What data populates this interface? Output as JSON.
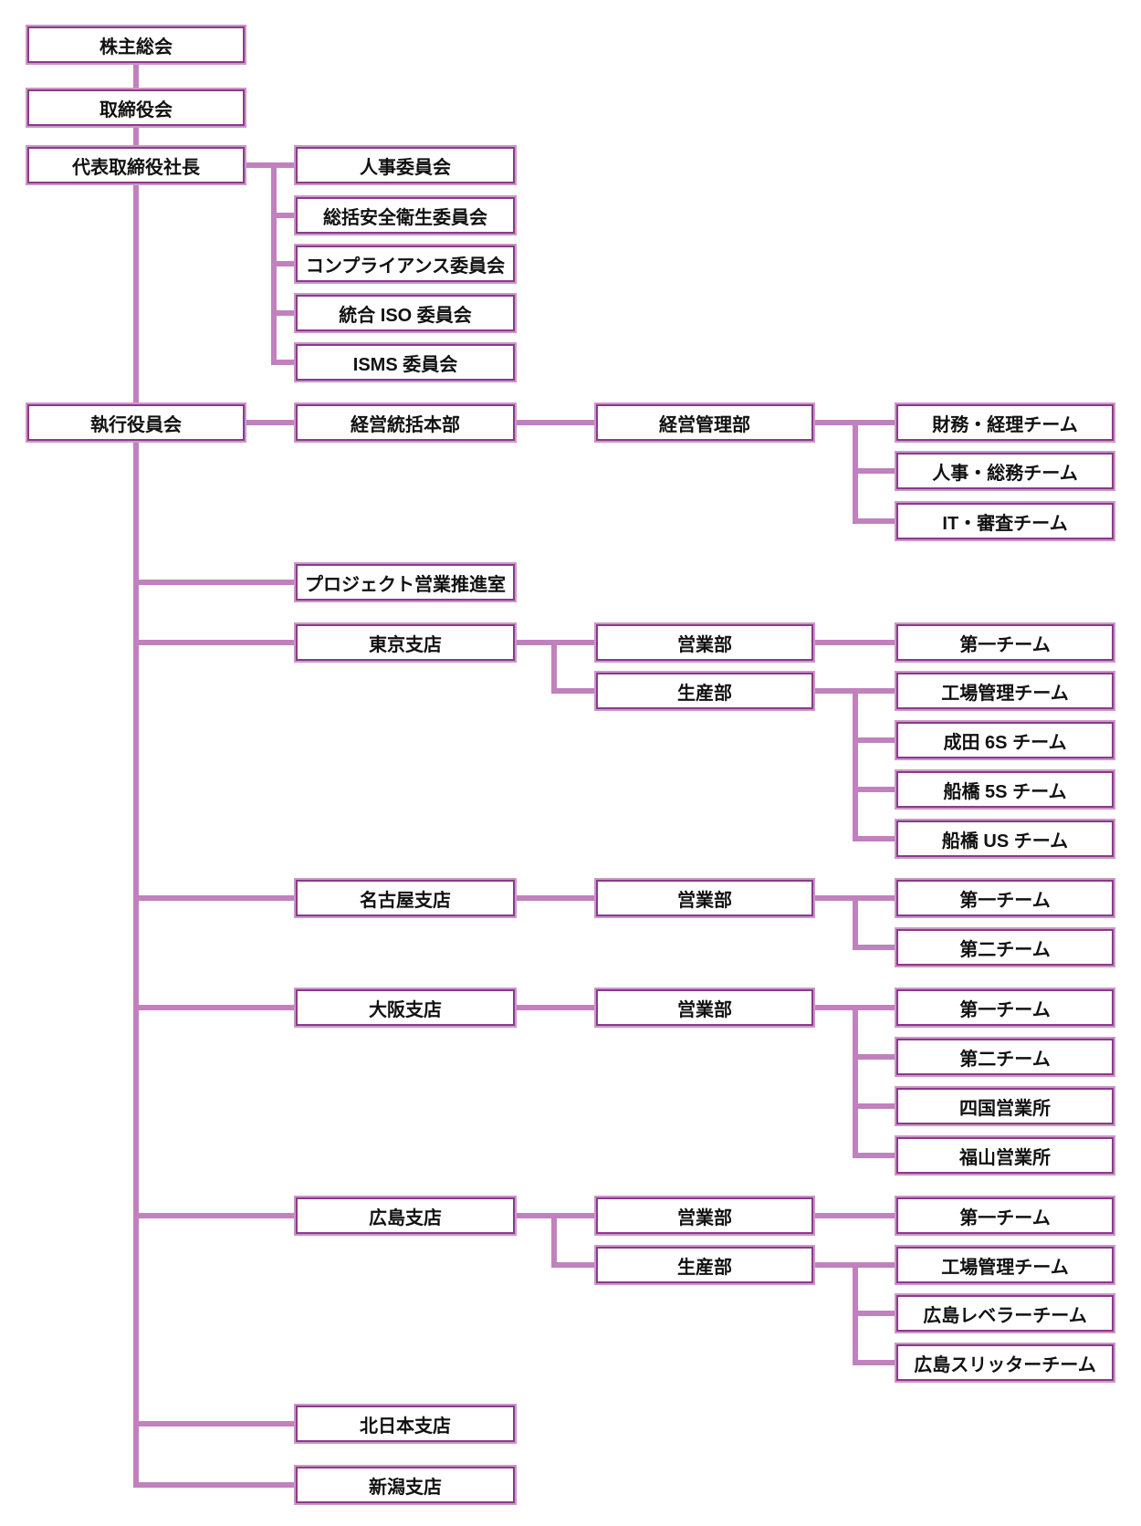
{
  "colors": {
    "background": "#ffffff",
    "connector": "#c181be",
    "box_border": "#8a3a8c",
    "box_halo": "#cb98c6",
    "box_fill": "#ffffff",
    "text": "#111111"
  },
  "nodes": [
    {
      "id": "shareholders",
      "label": "株主総会"
    },
    {
      "id": "board",
      "label": "取締役会"
    },
    {
      "id": "president",
      "label": "代表取締役社長"
    },
    {
      "id": "c_jinji",
      "label": "人事委員会"
    },
    {
      "id": "c_anzen",
      "label": "総括安全衛生委員会"
    },
    {
      "id": "c_compliance",
      "label": "コンプライアンス委員会"
    },
    {
      "id": "c_iso",
      "label": "統合 ISO 委員会"
    },
    {
      "id": "c_isms",
      "label": "ISMS 委員会"
    },
    {
      "id": "exec",
      "label": "執行役員会"
    },
    {
      "id": "mgmt_hq",
      "label": "経営統括本部"
    },
    {
      "id": "mgmt_dept",
      "label": "経営管理部"
    },
    {
      "id": "t_fin",
      "label": "財務・経理チーム"
    },
    {
      "id": "t_hr",
      "label": "人事・総務チーム"
    },
    {
      "id": "t_it",
      "label": "IT・審査チーム"
    },
    {
      "id": "project",
      "label": "プロジェクト営業推進室"
    },
    {
      "id": "tokyo",
      "label": "東京支店"
    },
    {
      "id": "tokyo_eigyo",
      "label": "営業部"
    },
    {
      "id": "tokyo_t1",
      "label": "第一チーム"
    },
    {
      "id": "tokyo_seisan",
      "label": "生産部"
    },
    {
      "id": "tokyo_kojo",
      "label": "工場管理チーム"
    },
    {
      "id": "narita_6s",
      "label": "成田 6S チーム"
    },
    {
      "id": "funabashi_5s",
      "label": "船橋 5S チーム"
    },
    {
      "id": "funabashi_us",
      "label": "船橋 US チーム"
    },
    {
      "id": "nagoya",
      "label": "名古屋支店"
    },
    {
      "id": "nagoya_eigyo",
      "label": "営業部"
    },
    {
      "id": "nagoya_t1",
      "label": "第一チーム"
    },
    {
      "id": "nagoya_t2",
      "label": "第二チーム"
    },
    {
      "id": "osaka",
      "label": "大阪支店"
    },
    {
      "id": "osaka_eigyo",
      "label": "営業部"
    },
    {
      "id": "osaka_t1",
      "label": "第一チーム"
    },
    {
      "id": "osaka_t2",
      "label": "第二チーム"
    },
    {
      "id": "shikoku",
      "label": "四国営業所"
    },
    {
      "id": "fukuyama",
      "label": "福山営業所"
    },
    {
      "id": "hiroshima",
      "label": "広島支店"
    },
    {
      "id": "hiro_eigyo",
      "label": "営業部"
    },
    {
      "id": "hiro_t1",
      "label": "第一チーム"
    },
    {
      "id": "hiro_seisan",
      "label": "生産部"
    },
    {
      "id": "hiro_kojo",
      "label": "工場管理チーム"
    },
    {
      "id": "hiro_leveler",
      "label": "広島レベラーチーム"
    },
    {
      "id": "hiro_slitter",
      "label": "広島スリッターチーム"
    },
    {
      "id": "kitanihon",
      "label": "北日本支店"
    },
    {
      "id": "niigata",
      "label": "新潟支店"
    }
  ],
  "edges": [
    [
      "shareholders",
      "board"
    ],
    [
      "board",
      "president"
    ],
    [
      "president",
      "c_jinji"
    ],
    [
      "president",
      "c_anzen"
    ],
    [
      "president",
      "c_compliance"
    ],
    [
      "president",
      "c_iso"
    ],
    [
      "president",
      "c_isms"
    ],
    [
      "president",
      "exec"
    ],
    [
      "exec",
      "mgmt_hq"
    ],
    [
      "mgmt_hq",
      "mgmt_dept"
    ],
    [
      "mgmt_dept",
      "t_fin"
    ],
    [
      "mgmt_dept",
      "t_hr"
    ],
    [
      "mgmt_dept",
      "t_it"
    ],
    [
      "exec",
      "project"
    ],
    [
      "exec",
      "tokyo"
    ],
    [
      "tokyo",
      "tokyo_eigyo"
    ],
    [
      "tokyo_eigyo",
      "tokyo_t1"
    ],
    [
      "tokyo",
      "tokyo_seisan"
    ],
    [
      "tokyo_seisan",
      "tokyo_kojo"
    ],
    [
      "tokyo_seisan",
      "narita_6s"
    ],
    [
      "tokyo_seisan",
      "funabashi_5s"
    ],
    [
      "tokyo_seisan",
      "funabashi_us"
    ],
    [
      "exec",
      "nagoya"
    ],
    [
      "nagoya",
      "nagoya_eigyo"
    ],
    [
      "nagoya_eigyo",
      "nagoya_t1"
    ],
    [
      "nagoya_eigyo",
      "nagoya_t2"
    ],
    [
      "exec",
      "osaka"
    ],
    [
      "osaka",
      "osaka_eigyo"
    ],
    [
      "osaka_eigyo",
      "osaka_t1"
    ],
    [
      "osaka_eigyo",
      "osaka_t2"
    ],
    [
      "osaka_eigyo",
      "shikoku"
    ],
    [
      "osaka_eigyo",
      "fukuyama"
    ],
    [
      "exec",
      "hiroshima"
    ],
    [
      "hiroshima",
      "hiro_eigyo"
    ],
    [
      "hiro_eigyo",
      "hiro_t1"
    ],
    [
      "hiroshima",
      "hiro_seisan"
    ],
    [
      "hiro_seisan",
      "hiro_kojo"
    ],
    [
      "hiro_seisan",
      "hiro_leveler"
    ],
    [
      "hiro_seisan",
      "hiro_slitter"
    ],
    [
      "exec",
      "kitanihon"
    ],
    [
      "exec",
      "niigata"
    ]
  ]
}
